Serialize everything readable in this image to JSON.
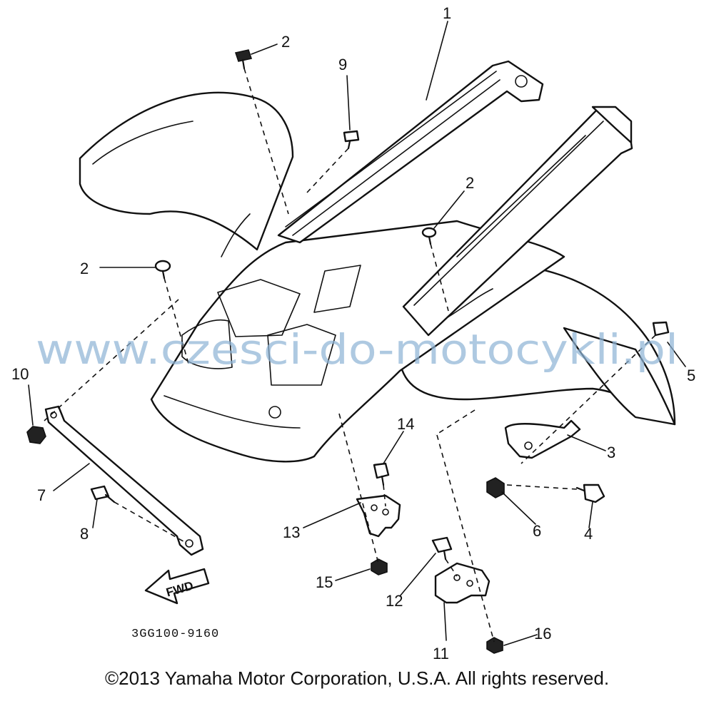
{
  "diagram": {
    "part_code": "3GG100-9160",
    "fwd_label": "FWD",
    "watermark": "www.czesci-do-motocykli.pl",
    "copyright": "©2013 Yamaha Motor Corporation, U.S.A. All rights reserved.",
    "callouts": {
      "c1": "1",
      "c2a": "2",
      "c2b": "2",
      "c2c": "2",
      "c3": "3",
      "c4": "4",
      "c5": "5",
      "c6": "6",
      "c7": "7",
      "c8": "8",
      "c9": "9",
      "c10": "10",
      "c11": "11",
      "c12": "12",
      "c13": "13",
      "c14": "14",
      "c15": "15",
      "c16": "16"
    }
  }
}
